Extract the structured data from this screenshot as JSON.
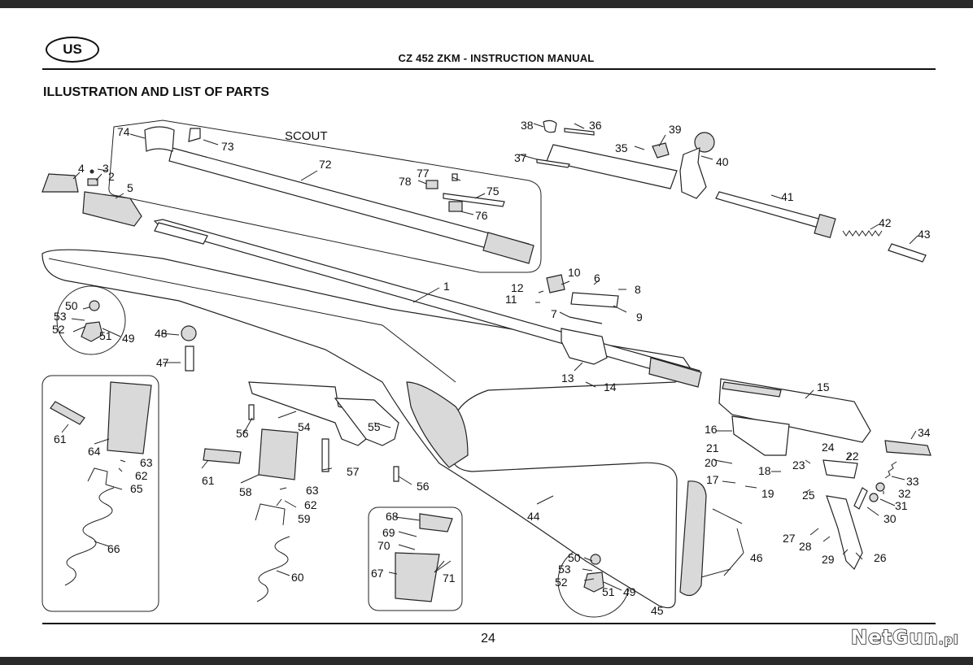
{
  "header": {
    "region_badge": "US",
    "title": "CZ 452 ZKM  -  INSTRUCTION MANUAL"
  },
  "section_heading": "ILLUSTRATION AND LIST OF PARTS",
  "diagram": {
    "scout_label": "SCOUT",
    "part_labels": [
      "1",
      "2",
      "3",
      "4",
      "5",
      "6",
      "7",
      "8",
      "9",
      "10",
      "11",
      "12",
      "13",
      "14",
      "15",
      "16",
      "17",
      "18",
      "19",
      "20",
      "21",
      "22",
      "23",
      "24",
      "25",
      "26",
      "27",
      "28",
      "29",
      "30",
      "31",
      "32",
      "33",
      "34",
      "35",
      "36",
      "37",
      "38",
      "39",
      "40",
      "41",
      "42",
      "43",
      "44",
      "45",
      "46",
      "47",
      "48",
      "49",
      "50",
      "51",
      "52",
      "53",
      "54",
      "55",
      "56",
      "57",
      "58",
      "59",
      "60",
      "61",
      "62",
      "63",
      "64",
      "65",
      "66",
      "67",
      "68",
      "69",
      "70",
      "71",
      "72",
      "73",
      "74",
      "75",
      "76",
      "77",
      "78"
    ],
    "repeated_labels": {
      "49": "49",
      "50": "50",
      "51": "51",
      "52": "52",
      "53": "53",
      "56": "56",
      "61": "61",
      "62": "62",
      "63": "63"
    }
  },
  "footer": {
    "page_number": "24",
    "watermark": "NetGun",
    "watermark_suffix": ".pl"
  }
}
